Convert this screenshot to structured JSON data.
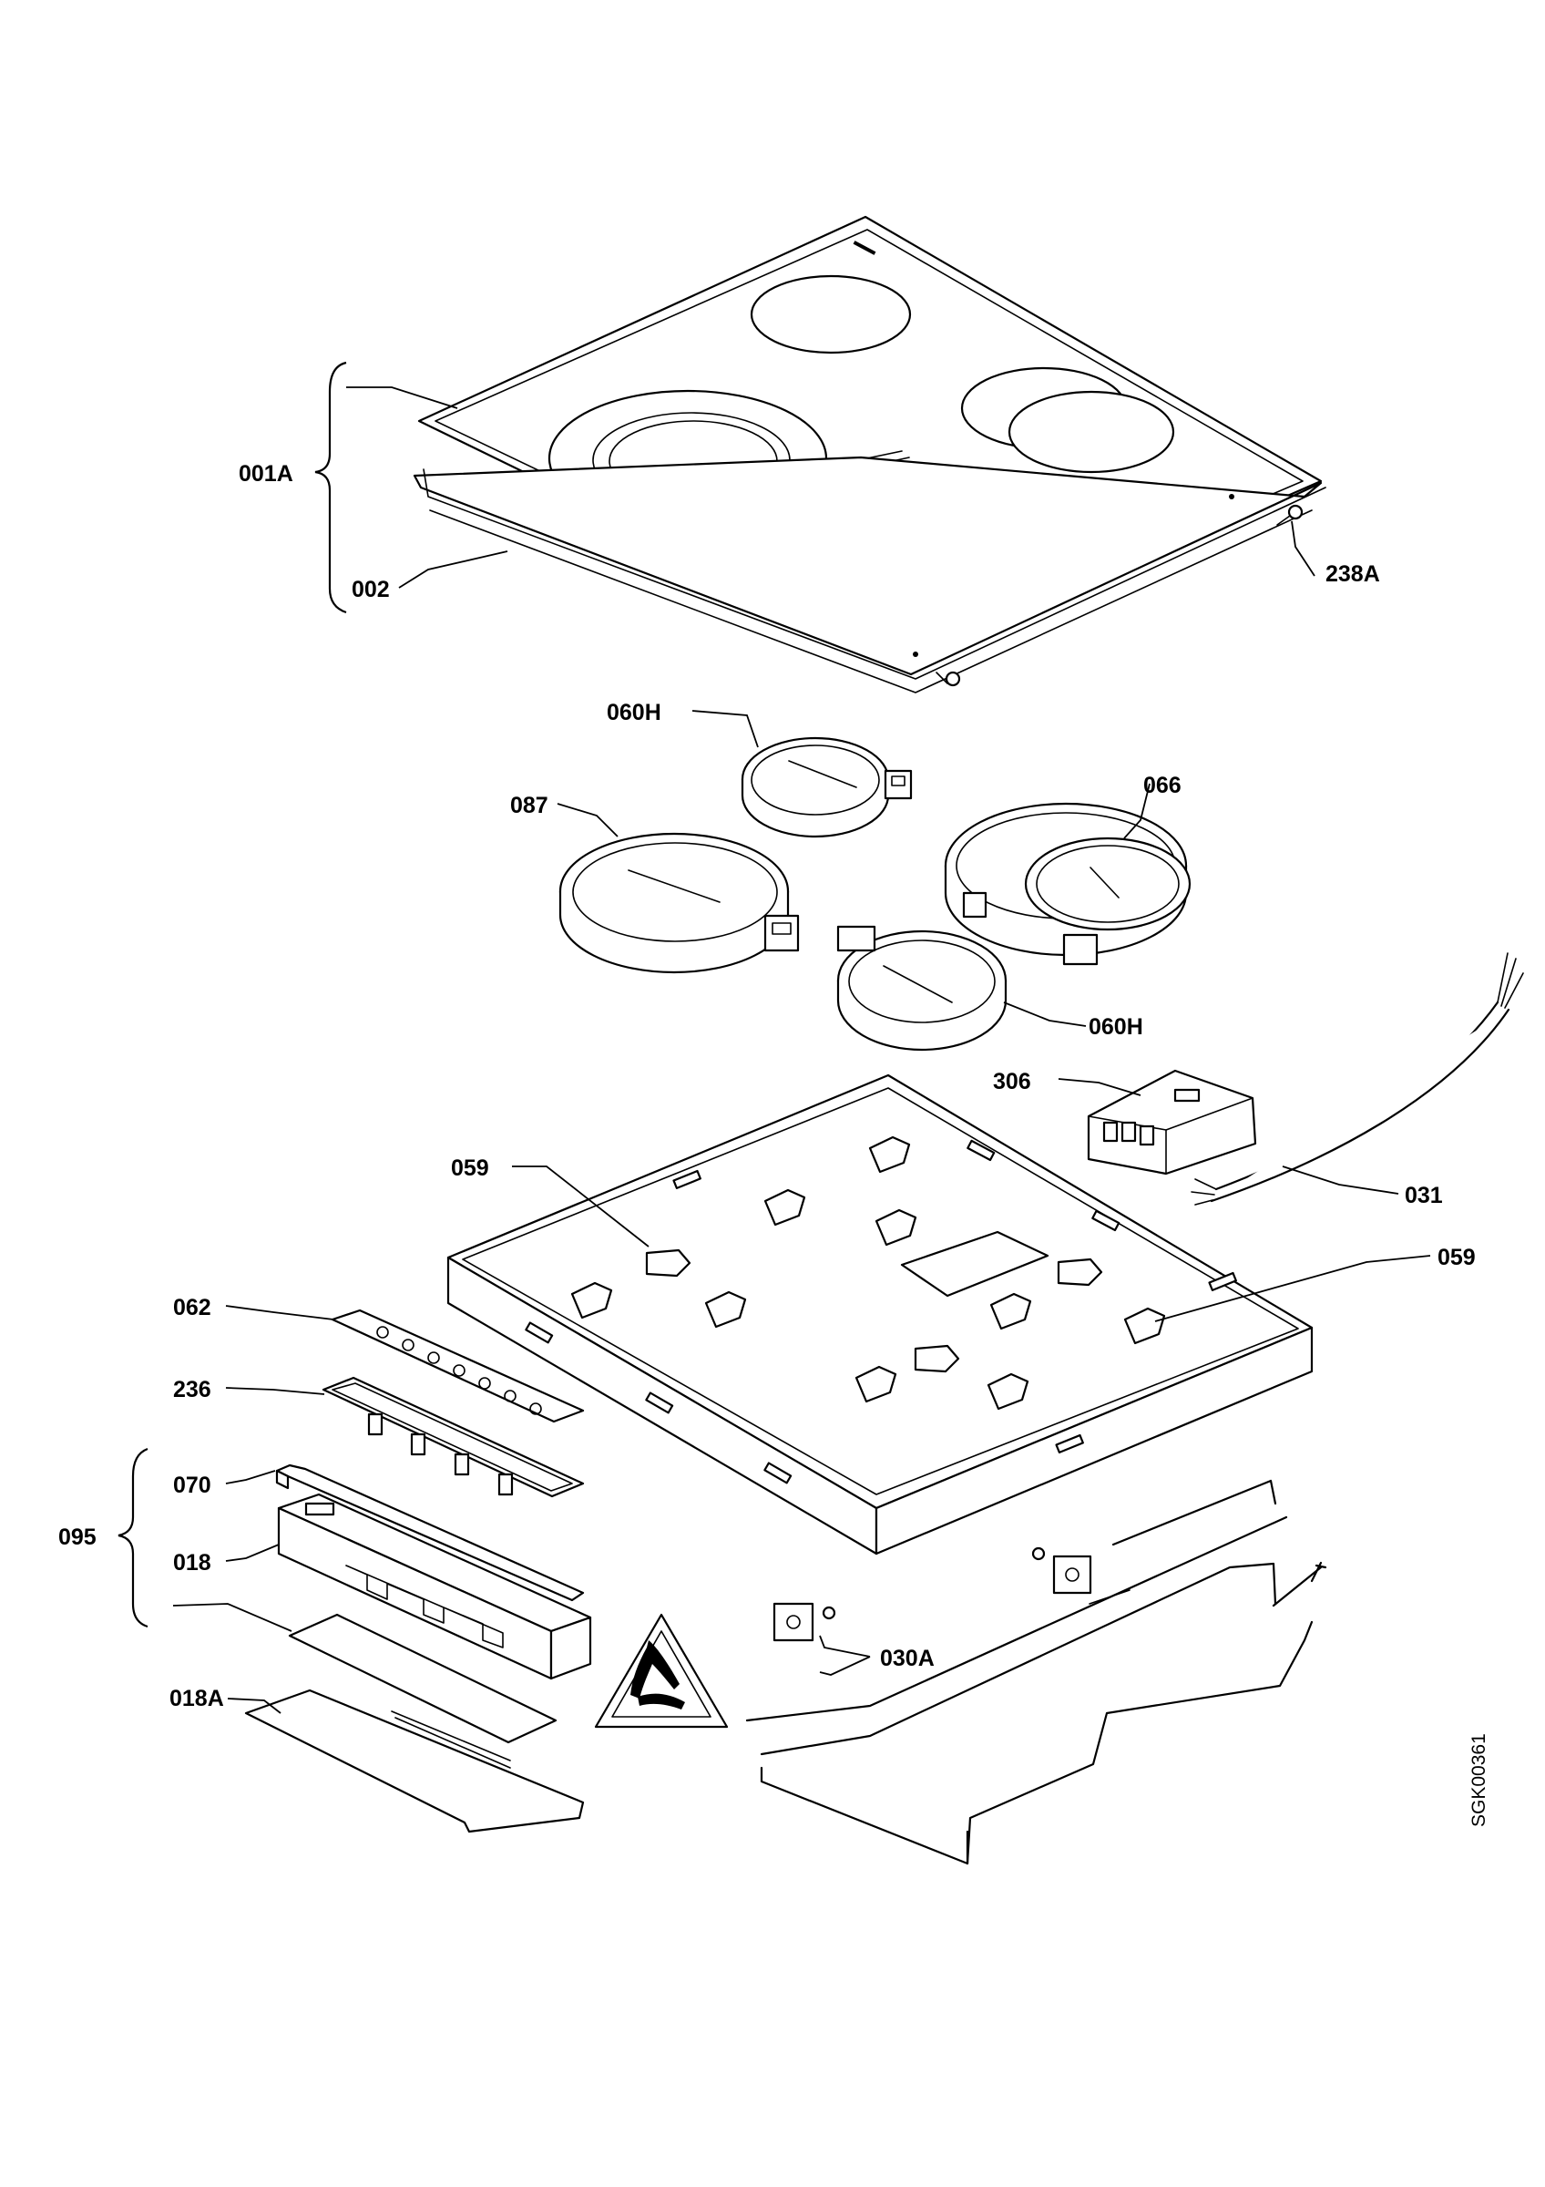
{
  "callouts": {
    "c001A": "001A",
    "c002": "002",
    "c238A": "238A",
    "c060H_top": "060H",
    "c087": "087",
    "c066": "066",
    "c060H_bottom": "060H",
    "c306": "306",
    "c059_left": "059",
    "c059_right": "059",
    "c031": "031",
    "c062": "062",
    "c236": "236",
    "c070": "070",
    "c095": "095",
    "c018": "018",
    "c018A": "018A",
    "c030A": "030A"
  },
  "drawing_code": "SGK00361",
  "colors": {
    "ink": "#000000",
    "paper": "#ffffff"
  },
  "icons": {
    "esd_warning": "electrostatic-discharge-warning-icon"
  }
}
